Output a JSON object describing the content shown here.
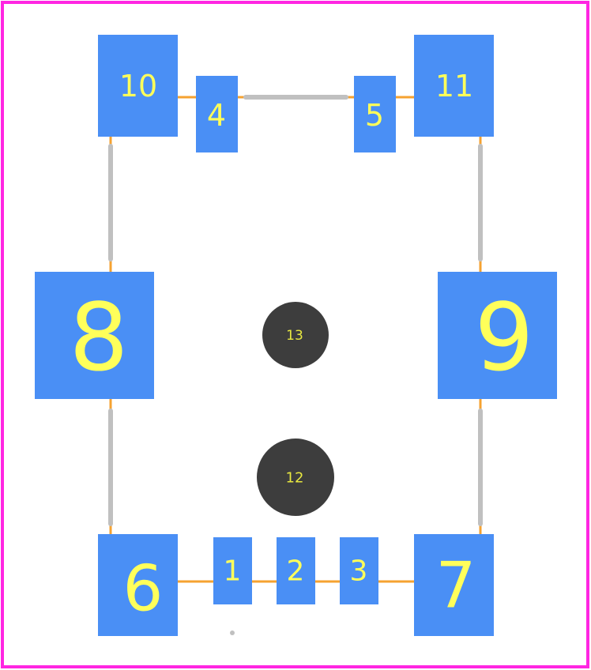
{
  "colors": {
    "background": "#ffffff",
    "board_outline": "#ff26e2",
    "pad": "#4a8ff5",
    "pad_label": "#ffff5a",
    "hole": "#3d3d3d",
    "hole_label": "#e8e840",
    "silkscreen": "#c0c0c0",
    "courtyard": "#f5a230"
  },
  "pads": [
    {
      "id": "10",
      "label": "10"
    },
    {
      "id": "4",
      "label": "4"
    },
    {
      "id": "5",
      "label": "5"
    },
    {
      "id": "11",
      "label": "11"
    },
    {
      "id": "8",
      "label": "8"
    },
    {
      "id": "9",
      "label": "9"
    },
    {
      "id": "6",
      "label": "6"
    },
    {
      "id": "1",
      "label": "1"
    },
    {
      "id": "2",
      "label": "2"
    },
    {
      "id": "3",
      "label": "3"
    },
    {
      "id": "7",
      "label": "7"
    }
  ],
  "holes": [
    {
      "id": "13",
      "label": "13"
    },
    {
      "id": "12",
      "label": "12"
    }
  ]
}
